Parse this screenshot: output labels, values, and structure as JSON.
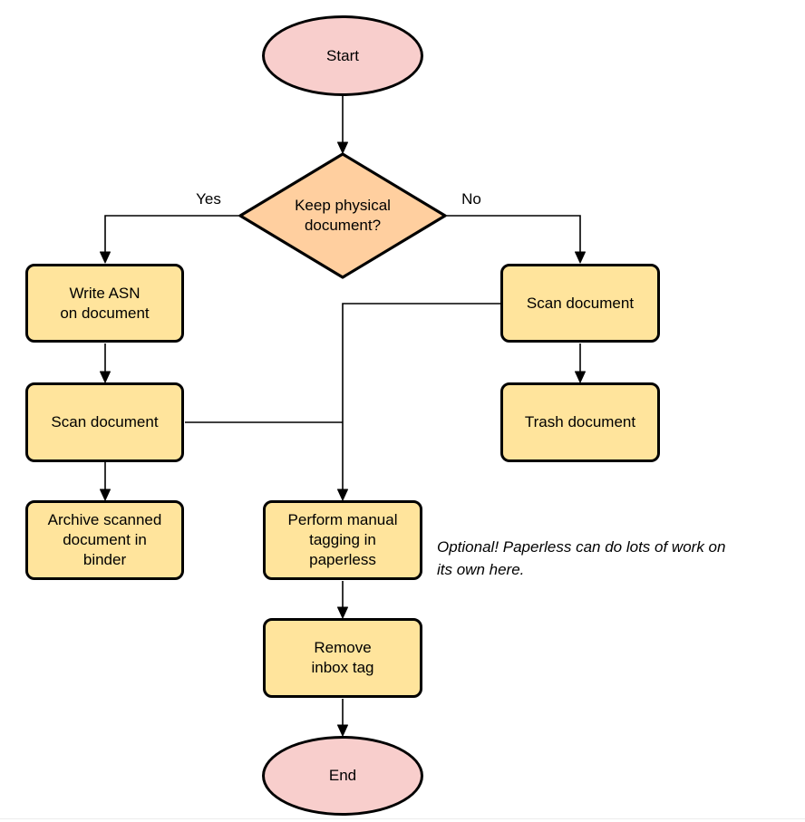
{
  "colors": {
    "terminal_fill": "#f8cecc",
    "decision_fill": "#ffcf9f",
    "process_fill": "#ffe49c",
    "stroke": "#000000",
    "background": "#ffffff"
  },
  "nodes": {
    "start": {
      "label": "Start",
      "lines": [
        "Start"
      ]
    },
    "decision": {
      "label": "Keep physical document?",
      "lines": [
        "Keep physical",
        "document?"
      ]
    },
    "write_asn": {
      "label": "Write ASN on document",
      "lines": [
        "Write ASN",
        "on document"
      ]
    },
    "scan_left": {
      "label": "Scan document",
      "lines": [
        "Scan document"
      ]
    },
    "archive": {
      "label": "Archive scanned document in binder",
      "lines": [
        "Archive scanned",
        "document in",
        "binder"
      ]
    },
    "scan_right": {
      "label": "Scan document",
      "lines": [
        "Scan document"
      ]
    },
    "trash": {
      "label": "Trash document",
      "lines": [
        "Trash document"
      ]
    },
    "perform_tagging": {
      "label": "Perform manual tagging in paperless",
      "lines": [
        "Perform manual",
        "tagging in",
        "paperless"
      ]
    },
    "remove_inbox": {
      "label": "Remove inbox tag",
      "lines": [
        "Remove",
        "inbox tag"
      ]
    },
    "end": {
      "label": "End",
      "lines": [
        "End"
      ]
    }
  },
  "edges": {
    "yes_label": "Yes",
    "no_label": "No"
  },
  "annotation": {
    "text": "Optional! Paperless can do lots of work on its own here.",
    "lines": [
      "Optional! Paperless can do lots of work on",
      "its own here."
    ]
  }
}
